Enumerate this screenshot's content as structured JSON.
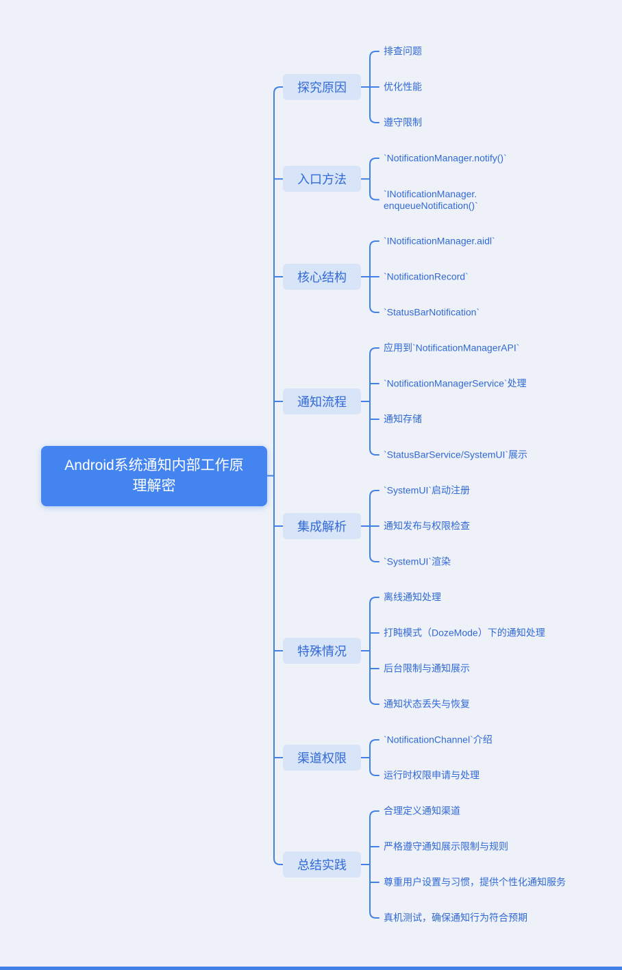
{
  "mindmap": {
    "root": {
      "title": "Android系统通知内部工作原理解密"
    },
    "branches": [
      {
        "label": "探究原因",
        "children": [
          "排查问题",
          "优化性能",
          "遵守限制"
        ]
      },
      {
        "label": "入口方法",
        "children": [
          "`NotificationManager.notify()`",
          "`INotificationManager.\nenqueueNotification()`"
        ]
      },
      {
        "label": "核心结构",
        "children": [
          "`INotificationManager.aidl`",
          "`NotificationRecord`",
          "`StatusBarNotification`"
        ]
      },
      {
        "label": "通知流程",
        "children": [
          "应用到`NotificationManagerAPI`",
          "`NotificationManagerService`处理",
          "通知存储",
          "`StatusBarService/SystemUI`展示"
        ]
      },
      {
        "label": "集成解析",
        "children": [
          "`SystemUI`启动注册",
          "通知发布与权限检查",
          "`SystemUI`渲染"
        ]
      },
      {
        "label": "特殊情况",
        "children": [
          "离线通知处理",
          "打盹模式（DozeMode）下的通知处理",
          "后台限制与通知展示",
          "通知状态丢失与恢复"
        ]
      },
      {
        "label": "渠道权限",
        "children": [
          "`NotificationChannel`介绍",
          "运行时权限申请与处理"
        ]
      },
      {
        "label": "总结实践",
        "children": [
          "合理定义通知渠道",
          "严格遵守通知展示限制与规则",
          "尊重用户设置与习惯，提供个性化通知服务",
          "真机测试，确保通知行为符合预期"
        ]
      }
    ],
    "colors": {
      "accent": "#4080e8",
      "branch_bg": "#d8e4f8",
      "text_blue": "#3169d6",
      "root_bg": "#4384f0",
      "background": "#eef1f8"
    }
  }
}
